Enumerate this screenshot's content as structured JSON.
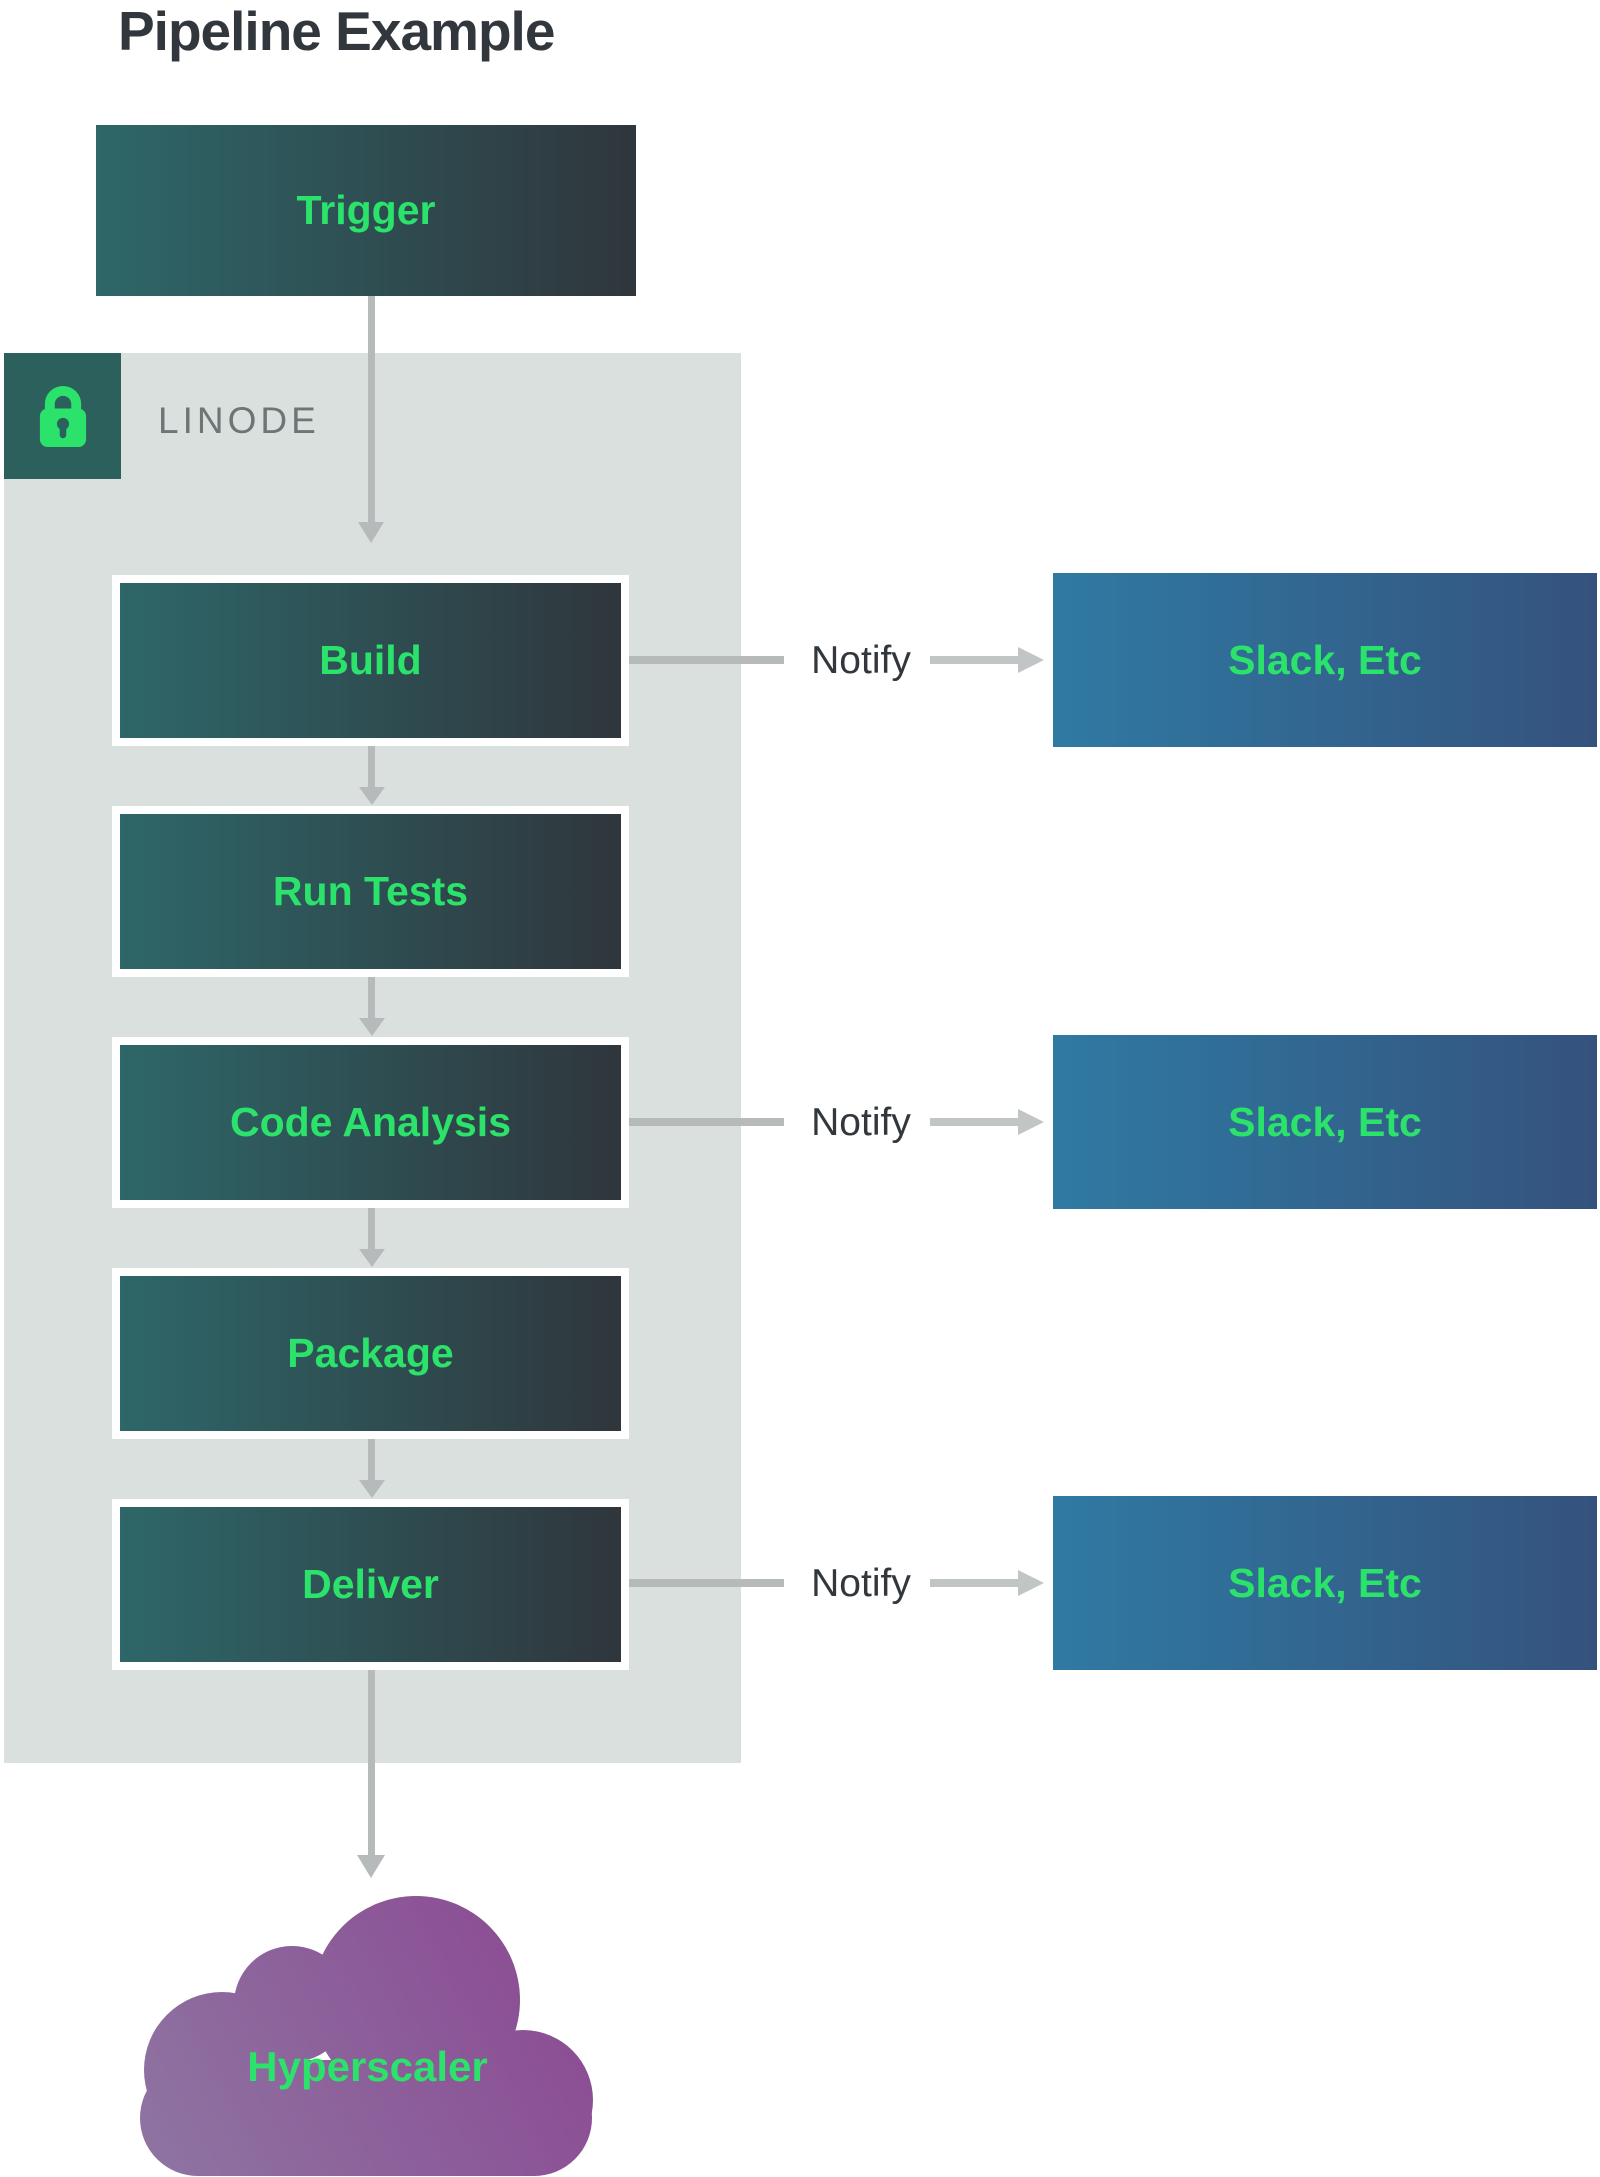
{
  "title": "Pipeline Example",
  "trigger": {
    "label": "Trigger"
  },
  "platform": {
    "label": "LINODE",
    "icon": "lock-icon"
  },
  "stages": [
    {
      "label": "Build",
      "notify": true
    },
    {
      "label": "Run Tests",
      "notify": false
    },
    {
      "label": "Code Analysis",
      "notify": true
    },
    {
      "label": "Package",
      "notify": false
    },
    {
      "label": "Deliver",
      "notify": true
    }
  ],
  "notify": {
    "label": "Notify",
    "target": "Slack, Etc"
  },
  "cloud": {
    "label": "Hyperscaler"
  },
  "colors": {
    "accent_green": "#2be26a",
    "stage_gradient_start": "#2e6769",
    "stage_gradient_end": "#2f363c",
    "target_gradient_start": "#2f7aa3",
    "target_gradient_end": "#34527d",
    "container_bg": "#d9e0de",
    "lock_badge_bg": "#2c605d",
    "cloud_gradient_start": "#8e75a2",
    "cloud_gradient_end": "#8b4892",
    "arrow_gray": "#b7babb",
    "title_color": "#31373c",
    "platform_label_color": "#6d7577"
  }
}
